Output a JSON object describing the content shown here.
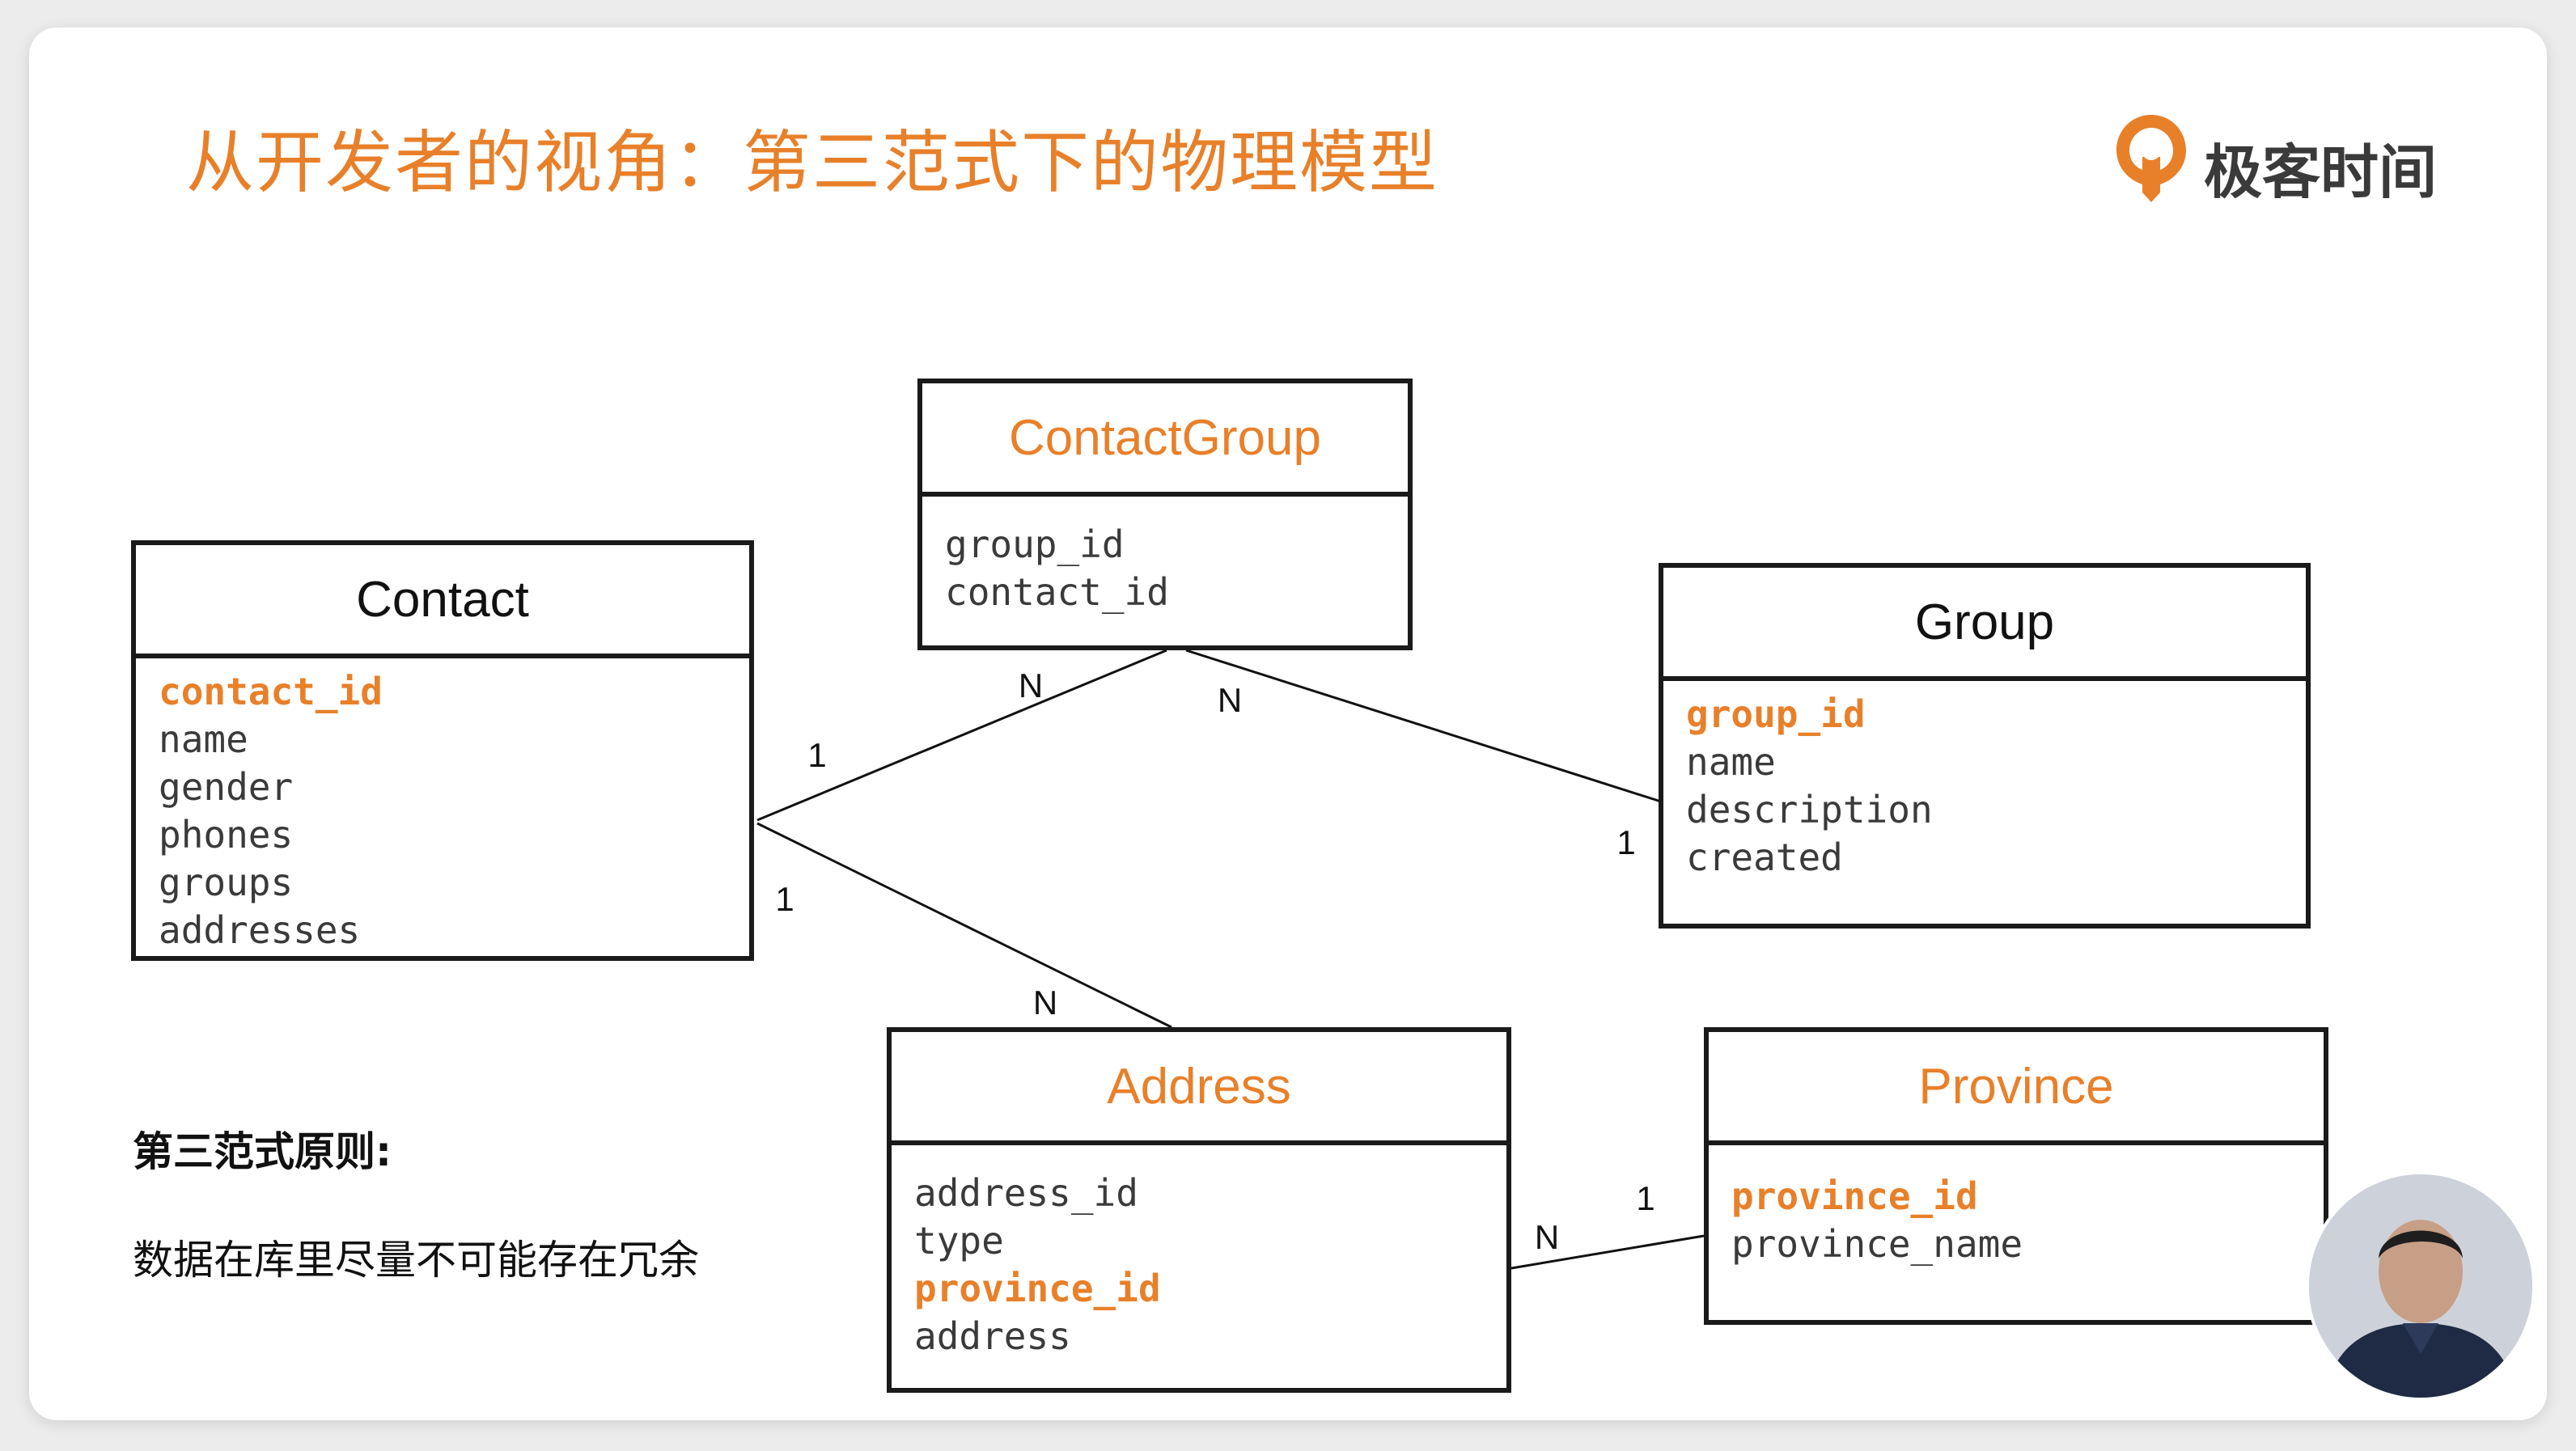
{
  "slide": {
    "title": "从开发者的视角：第三范式下的物理模型",
    "logo_text": "极客时间",
    "accent_color": "#e8802a"
  },
  "entities": {
    "contact": {
      "name": "Contact",
      "fields": [
        {
          "text": "contact_id",
          "key": true
        },
        {
          "text": "name",
          "key": false
        },
        {
          "text": "gender",
          "key": false
        },
        {
          "text": "phones",
          "key": false
        },
        {
          "text": "groups",
          "key": false
        },
        {
          "text": "addresses",
          "key": false
        }
      ]
    },
    "contact_group": {
      "name": "ContactGroup",
      "fields": [
        {
          "text": "group_id",
          "key": false
        },
        {
          "text": "contact_id",
          "key": false
        }
      ]
    },
    "group": {
      "name": "Group",
      "fields": [
        {
          "text": "group_id",
          "key": true
        },
        {
          "text": "name",
          "key": false
        },
        {
          "text": "description",
          "key": false
        },
        {
          "text": "created",
          "key": false
        }
      ]
    },
    "address": {
      "name": "Address",
      "fields": [
        {
          "text": "address_id",
          "key": false
        },
        {
          "text": "type",
          "key": false
        },
        {
          "text": "province_id",
          "key": true
        },
        {
          "text": "address",
          "key": false
        }
      ]
    },
    "province": {
      "name": "Province",
      "fields": [
        {
          "text": "province_id",
          "key": true
        },
        {
          "text": "province_name",
          "key": false
        }
      ]
    }
  },
  "relations": {
    "contact_to_contactgroup": {
      "from": "1",
      "to": "N"
    },
    "group_to_contactgroup": {
      "from": "1",
      "to": "N"
    },
    "contact_to_address": {
      "from": "1",
      "to": "N"
    },
    "province_to_address": {
      "from": "1",
      "to": "N"
    }
  },
  "note": {
    "title": "第三范式原则:",
    "body": "数据在库里尽量不可能存在冗余"
  },
  "icons": {
    "logo": "geektime-logo-icon",
    "presenter": "presenter-avatar"
  }
}
